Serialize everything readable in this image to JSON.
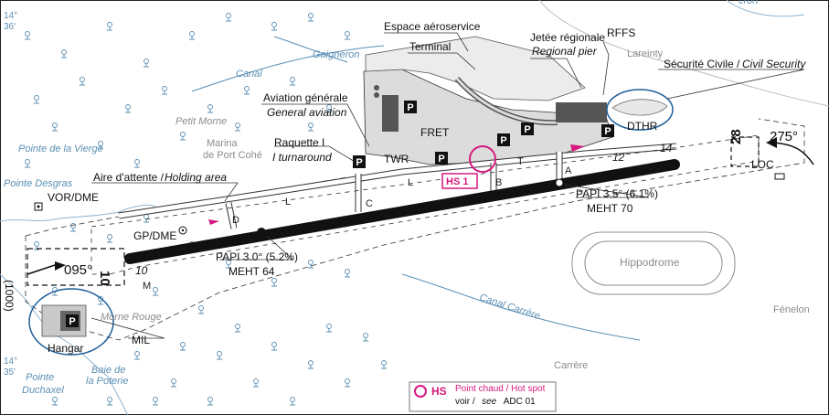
{
  "labels": {
    "espace_aeroservice": "Espace aéroservice",
    "terminal": "Terminal",
    "jetee": "Jetée régionale",
    "regional_pier": "Regional pier",
    "rffs": "RFFS",
    "lareinty": "Lareinty",
    "securite_civile": "Sécurité Civile /",
    "civil_security": "Civil Security",
    "aviation_generale": "Aviation générale",
    "general_aviation": "General aviation",
    "raquette": "Raquette I",
    "i_turnaround": "I turnaround",
    "fret": "FRET",
    "twr": "TWR",
    "dthr": "DTHR",
    "aire_attente": "Aire d'attente /",
    "holding_area": "Holding area",
    "vor_dme": "VOR/DME",
    "gp_dme": "GP/DME",
    "loc": "LOC",
    "hangar": "Hangar",
    "mil": "MIL",
    "hippodrome": "Hippodrome",
    "papi_10": "PAPI 3.0° (5.2%)",
    "meht_10": "MEHT 64",
    "papi_28": "PAPI 3.5° (6.1%)",
    "meht_28": "MEHT 70",
    "hs1": "HS 1",
    "qfu_095": "095°",
    "qfu_275": "275°",
    "rwy_10": "10",
    "rwy_28": "28",
    "end_10": "10",
    "end_28": "14",
    "dist_12": "12",
    "dist_1000": "(1000)"
  },
  "taxiways": {
    "A": "A",
    "B": "B",
    "C": "C",
    "D": "D",
    "L1": "L",
    "L2": "L",
    "T": "T",
    "M": "M"
  },
  "places": {
    "canal": "Canal",
    "gaigneron": "Gaigneron",
    "petit_morne": "Petit Morne",
    "marina": "Marina",
    "de_port_cohe": "de Port Cohé",
    "pointe_vierge": "Pointe de la Vierge",
    "pointe_desgras": "Pointe Desgras",
    "morne_rouge": "Morne Rouge",
    "baie": "Baie de",
    "la_poterie": "la Poterie",
    "pointe": "Pointe",
    "duchaxel": "Duchaxel",
    "canal_carrere": "Canal  Carrère",
    "carrere": "Carrère",
    "fenelon": "Fénelon",
    "cron": "cron"
  },
  "coordinates": {
    "lat_top_deg": "14°",
    "lat_top_min": "36'",
    "lat_bot_deg": "14°",
    "lat_bot_min": "35'"
  },
  "legend": {
    "hs": "HS",
    "line1": "Point chaud / Hot spot",
    "line2a": "voir /",
    "line2b": "see",
    "line2c": "ADC 01"
  },
  "parking_label": "P",
  "colors": {
    "water": "#5b8fb3",
    "hotspot": "#d6197f",
    "runway": "#111111",
    "apron": "#d9d9d9"
  }
}
